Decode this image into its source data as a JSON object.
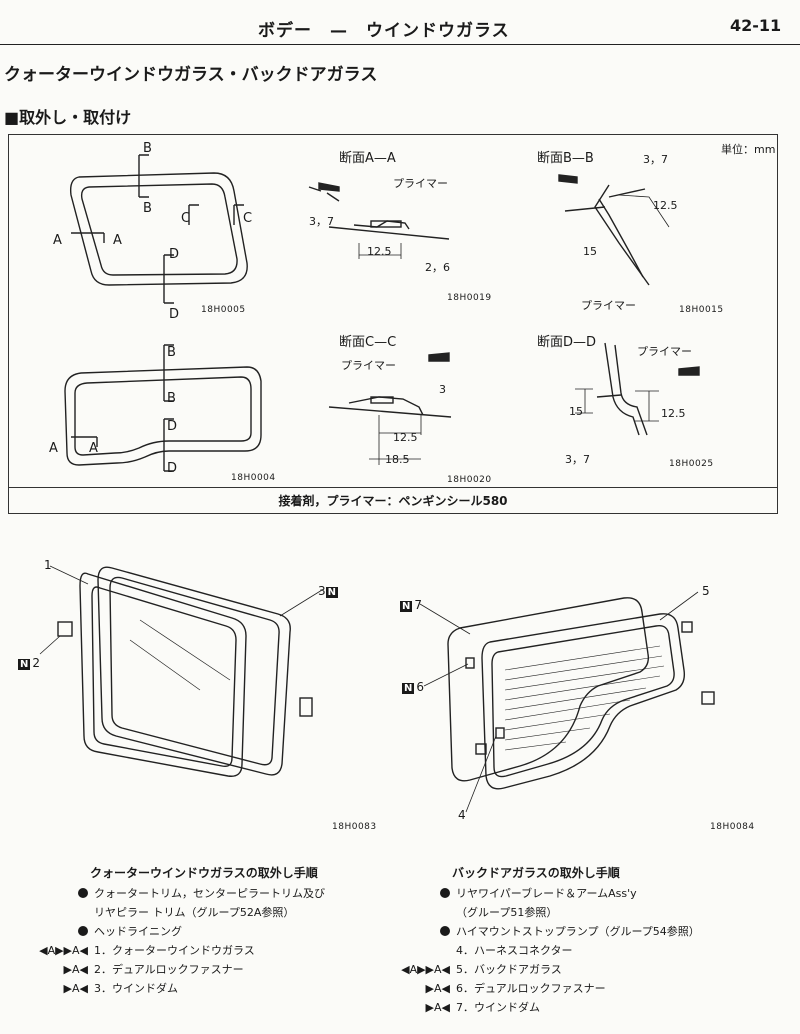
{
  "header": {
    "title": "ボデー　—　ウインドウガラス",
    "page": "42-11"
  },
  "section_title": "クォーターウインドウガラス・バックドアガラス",
  "subsection_title": "■取外し・取付け",
  "unit": "単位：mm",
  "sections": {
    "aa": "断面A—A",
    "bb": "断面B—B",
    "cc": "断面C—C",
    "dd": "断面D—D"
  },
  "labels": {
    "primer": "プライマー",
    "a": "A",
    "b": "B",
    "c": "C",
    "d": "D",
    "n37": "3，7",
    "n26": "2，6",
    "n3": "3",
    "d125": "12.5",
    "d15": "15",
    "d185": "18.5",
    "c1": "1",
    "c2": "2",
    "c3": "3",
    "c4": "4",
    "c5": "5",
    "c6": "6",
    "c7": "7",
    "n_mark": "N"
  },
  "codes": {
    "c0005": "18H0005",
    "c0019": "18H0019",
    "c0015": "18H0015",
    "c0004": "18H0004",
    "c0020": "18H0020",
    "c0025": "18H0025",
    "c0083": "18H0083",
    "c0084": "18H0084"
  },
  "caption": "接着剤，プライマー：ペンギンシール580",
  "left_procedure": {
    "title": "クォーターウインドウガラスの取外し手順",
    "steps": [
      {
        "marker": "●",
        "text": "クォータートリム，センターピラートリム及び"
      },
      {
        "marker": "",
        "text": "リヤピラー トリム（グループ52A参照）"
      },
      {
        "marker": "●",
        "text": "ヘッドライニング"
      },
      {
        "marker": "◀A▶▶A◀",
        "text": "1．クォーターウインドウガラス"
      },
      {
        "marker": "▶A◀",
        "text": "2．デュアルロックファスナー"
      },
      {
        "marker": "▶A◀",
        "text": "3．ウインドダム"
      }
    ]
  },
  "right_procedure": {
    "title": "バックドアガラスの取外し手順",
    "steps": [
      {
        "marker": "●",
        "text": "リヤワイパーブレード＆アームAss'y"
      },
      {
        "marker": "",
        "text": "（グループ51参照）"
      },
      {
        "marker": "●",
        "text": "ハイマウントストップランプ（グループ54参照）"
      },
      {
        "marker": "",
        "text": "4．ハーネスコネクター"
      },
      {
        "marker": "◀A▶▶A◀",
        "text": "5．バックドアガラス"
      },
      {
        "marker": "▶A◀",
        "text": "6．デュアルロックファスナー"
      },
      {
        "marker": "▶A◀",
        "text": "7．ウインドダム"
      }
    ]
  }
}
